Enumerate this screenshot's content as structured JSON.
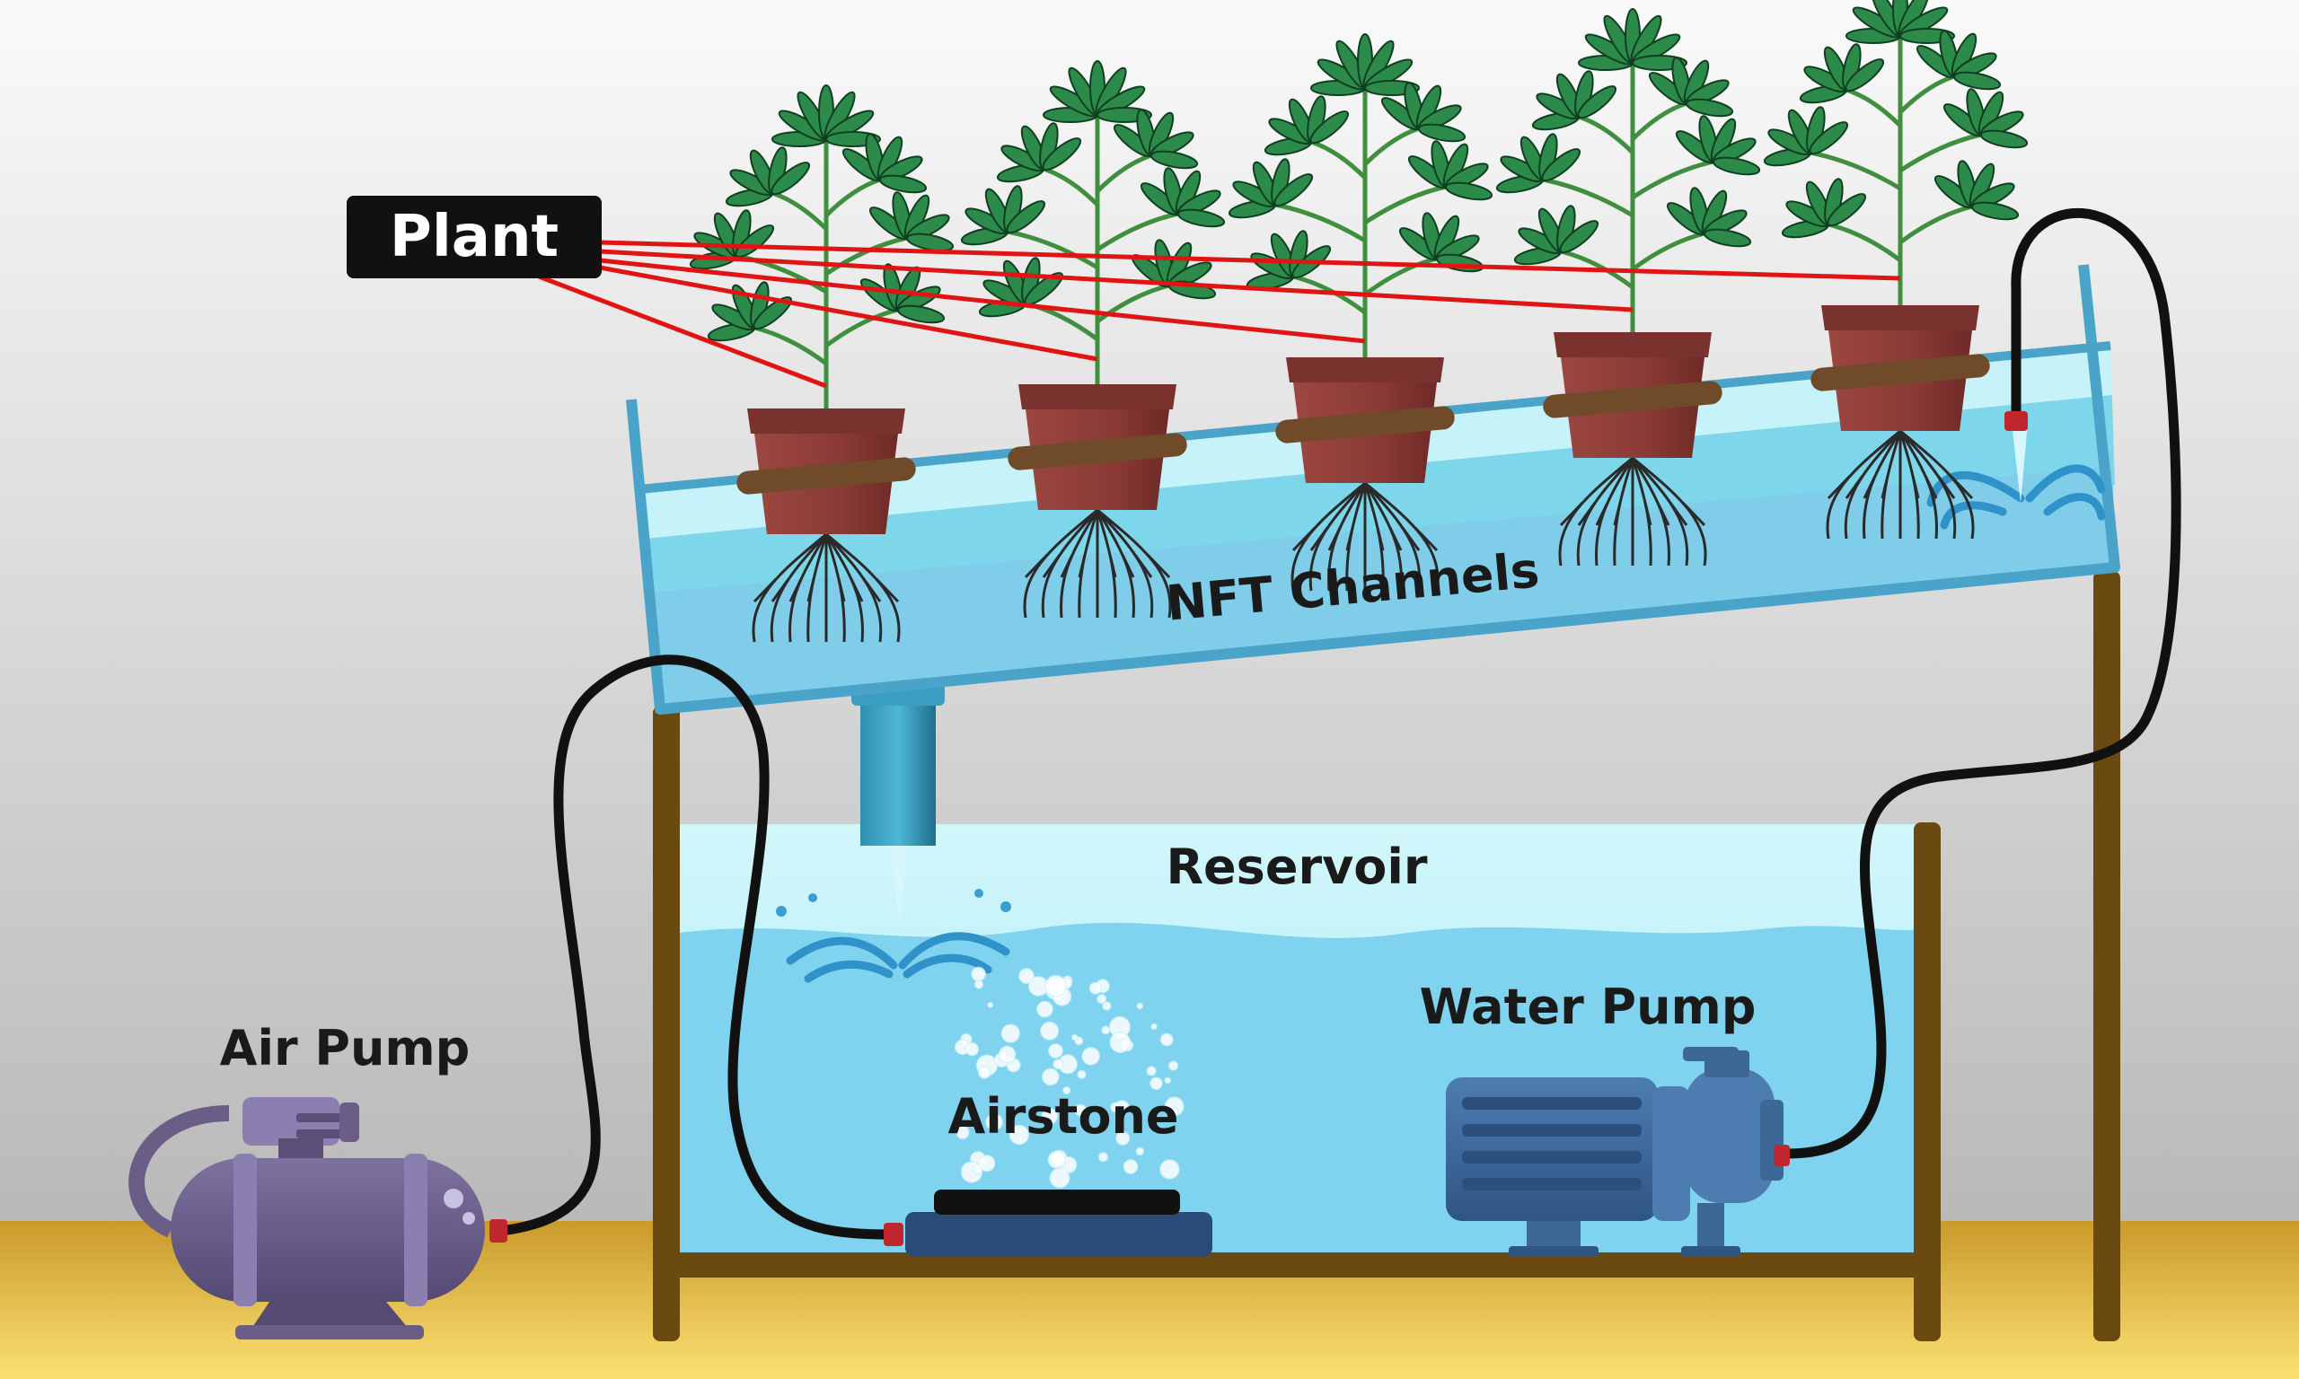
{
  "labels": {
    "plant": "Plant",
    "nft_channels": "NFT Channels",
    "reservoir": "Reservoir",
    "air_pump": "Air Pump",
    "airstone": "Airstone",
    "water_pump": "Water Pump"
  },
  "plant_count": 5,
  "colors": {
    "background_top": "#f7f7f7",
    "background_bottom": "#bdbdbd",
    "floor": "#e1b43c",
    "water": "#7fd3ee",
    "water_light": "#c8f4fa",
    "channel_edge": "#4aa3c8",
    "pot": "#8b3b36",
    "pot_band": "#6f4b2a",
    "leaf": "#2c8a4a",
    "stand": "#6b4a12",
    "hose": "#111111",
    "leader_line": "#e11414",
    "label_box": "#111111",
    "air_pump": "#6a5e86",
    "water_pump": "#3d6797",
    "airstone": "#2a4b78"
  }
}
